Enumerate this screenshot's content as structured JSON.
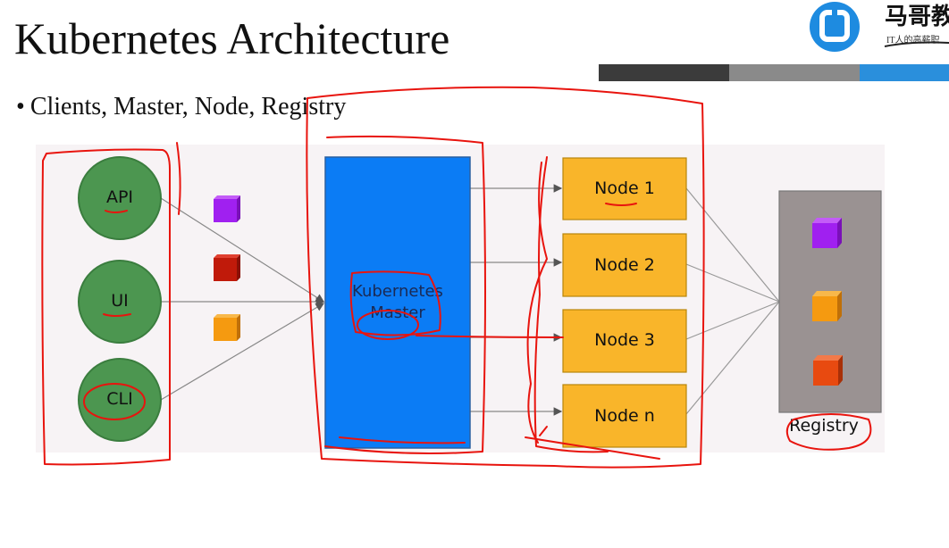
{
  "slide": {
    "title": "Kubernetes Architecture",
    "bullet": "Clients, Master, Node, Registry"
  },
  "logo": {
    "icon": "magedu-logo-icon",
    "main_text": "马哥教",
    "sub_text": "IT人的高薪职"
  },
  "diagram": {
    "clients": [
      "API",
      "UI",
      "CLI"
    ],
    "master_label": [
      "Kubernetes",
      "Master"
    ],
    "nodes": [
      "Node 1",
      "Node 2",
      "Node 3",
      "Node n"
    ],
    "registry_label": "Registry"
  },
  "colors": {
    "client_circle": "#4c9650",
    "master_box": "#0b7cf5",
    "node_box": "#f9b52a",
    "registry_box": "#9a9292",
    "annotation": "#e8140e",
    "cube_purple": "#a020f0",
    "cube_red": "#c01a0a",
    "cube_orange": "#f59a10",
    "cube_red_orange": "#e84a10"
  }
}
